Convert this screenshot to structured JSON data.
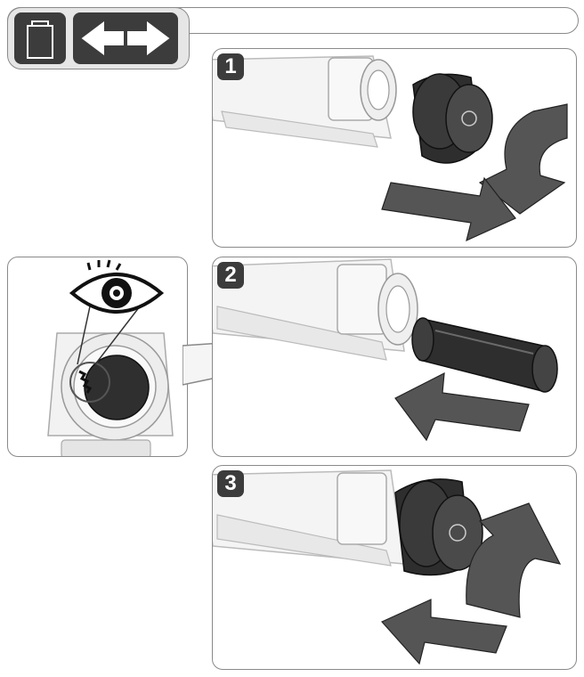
{
  "header": {
    "battery_icon": "battery-icon",
    "arrows_icon": "left-right-arrows-icon"
  },
  "steps": [
    {
      "number": "1",
      "arrows": [
        "rotate-arrow-icon",
        "right-arrow-icon"
      ]
    },
    {
      "number": "2",
      "arrows": [
        "left-arrow-icon"
      ]
    },
    {
      "number": "3",
      "arrows": [
        "rotate-arrow-icon",
        "left-arrow-icon"
      ]
    }
  ],
  "inset": {
    "eye_icon": "eye-icon"
  },
  "colors": {
    "badge": "#3c3c3c",
    "arrow": "#555555",
    "outline": "#8a8a8a",
    "cap": "#2e2e2e"
  }
}
